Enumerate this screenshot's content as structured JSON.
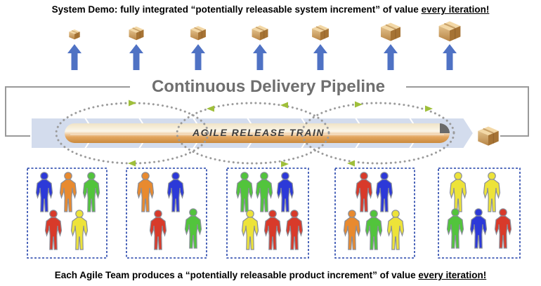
{
  "top_caption": {
    "main": "System Demo: fully integrated “potentially releasable system increment” of value ",
    "emphasis": "every iteration!"
  },
  "bottom_caption": {
    "main": "Each Agile Team produces a “potentially releasable product increment” of value ",
    "emphasis": "every iteration!"
  },
  "pipeline_label": "Continuous Delivery Pipeline",
  "train_label": "AGILE RELEASE TRAIN",
  "colors": {
    "arrow_blue": "#4f72c4",
    "chevron": "#d3dced",
    "frame_gray": "#9a9a9a",
    "dots": "#9b9b9b",
    "arrowhead": "#9fbf3a",
    "team_border": "#1f3fa8",
    "box": "#c59a5c",
    "person_blue": "#2c39d8",
    "person_orange": "#e88a2f",
    "person_green": "#52c43c",
    "person_red": "#d83a2a",
    "person_yellow": "#ede339"
  },
  "teams": [
    {
      "name": "team-1",
      "members": [
        "blue",
        "orange",
        "green",
        "red",
        "yellow"
      ]
    },
    {
      "name": "team-2",
      "members": [
        "orange",
        "blue",
        "red",
        "green"
      ]
    },
    {
      "name": "team-3",
      "members": [
        "green",
        "green",
        "blue",
        "yellow",
        "red",
        "red"
      ]
    },
    {
      "name": "team-4",
      "members": [
        "red",
        "blue",
        "orange",
        "green",
        "yellow"
      ]
    },
    {
      "name": "team-5",
      "members": [
        "yellow",
        "yellow",
        "green",
        "blue",
        "red"
      ]
    }
  ]
}
